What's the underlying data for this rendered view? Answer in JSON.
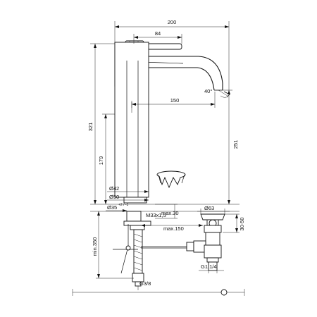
{
  "drawing": {
    "dimensions": {
      "d200": "200",
      "d84": "84",
      "d150": "150",
      "d321": "321",
      "d251": "251",
      "d179": "179",
      "d40deg": "40°",
      "d42": "Ø42",
      "d50": "Ø50",
      "d35": "Ø35",
      "d35tol": "+2 / -1",
      "m33": "M33x1,5",
      "max30": "max.30",
      "d63": "Ø63",
      "r3050": "30-50",
      "max150": "max.150",
      "min350": "min.350",
      "g1": "G1 1/4",
      "g38": "G3/8"
    }
  }
}
